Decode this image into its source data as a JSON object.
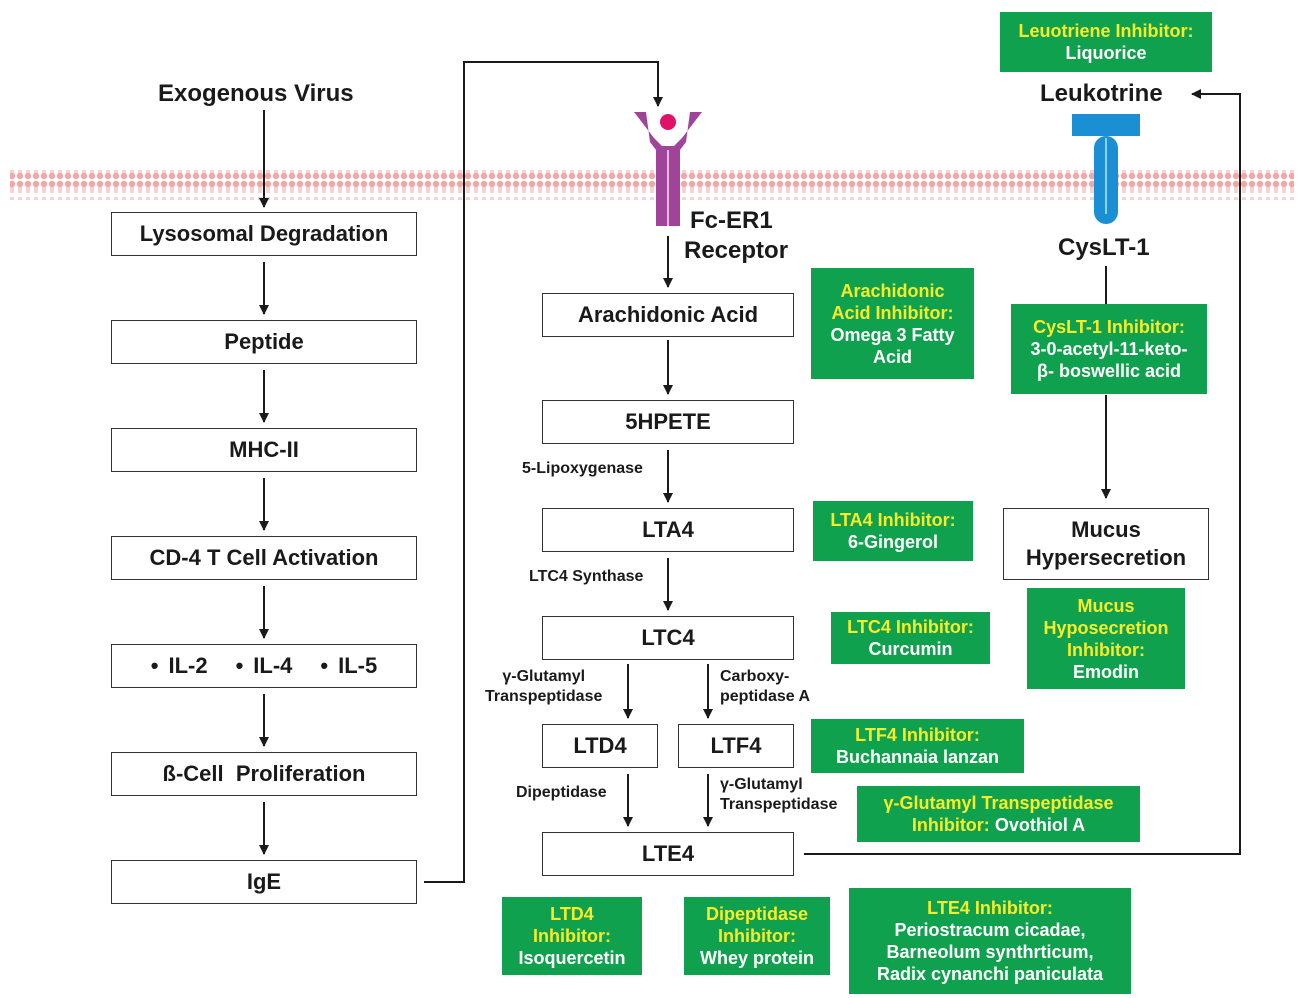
{
  "left_pathway": {
    "source": "Exogenous Virus",
    "steps": [
      "Lysosomal Degradation",
      "Peptide",
      "MHC-II",
      "CD-4 T Cell Activation"
    ],
    "interleukins": [
      "IL-2",
      "IL-4",
      "IL-5"
    ],
    "b_cell": "ß-Cell  Proliferation",
    "ige": "IgE"
  },
  "receptor": {
    "name_line1": "Fc-ER1",
    "name_line2": "Receptor"
  },
  "center_pathway": {
    "arachidonic": "Arachidonic Acid",
    "hpete": "5HPETE",
    "lta4": "LTA4",
    "ltc4": "LTC4",
    "ltd4": "LTD4",
    "ltf4": "LTF4",
    "lte4": "LTE4"
  },
  "enzymes": {
    "lipoxygenase": "5-Lipoxygenase",
    "ltc4_synthase": "LTC4 Synthase",
    "gamma_glutamyl_1_line1": "γ-Glutamyl",
    "gamma_glutamyl_1_line2": "Transpeptidase",
    "carboxy_line1": "Carboxy-",
    "carboxy_line2": "peptidase A",
    "dipeptidase": "Dipeptidase",
    "gamma_glutamyl_2_line1": "γ-Glutamyl",
    "gamma_glutamyl_2_line2": "Transpeptidase"
  },
  "right_pathway": {
    "leukotrine": "Leukotrine",
    "cyslt1": "CysLT-1",
    "mucus_line1": "Mucus",
    "mucus_line2": "Hypersecretion"
  },
  "inhibitors": {
    "leukotriene": {
      "label": "Leuotriene Inhibitor:",
      "agent": "Liquorice"
    },
    "arachidonic": {
      "label_line1": "Arachidonic",
      "label_line2": "Acid Inhibitor:",
      "agent_line1": "Omega 3 Fatty",
      "agent_line2": "Acid"
    },
    "cyslt1": {
      "label": "CysLT-1 Inhibitor:",
      "agent_line1": "3-0-acetyl-11-keto-",
      "agent_line2": "β- boswellic acid"
    },
    "lta4": {
      "label": "LTA4 Inhibitor:",
      "agent": "6-Gingerol"
    },
    "ltc4": {
      "label": "LTC4 Inhibitor:",
      "agent": "Curcumin"
    },
    "mucus": {
      "label_line1": "Mucus",
      "label_line2": "Hyposecretion",
      "label_line3": "Inhibitor:",
      "agent": "Emodin"
    },
    "ltf4": {
      "label": "LTF4 Inhibitor:",
      "agent": "Buchannaia lanzan"
    },
    "gamma_glutamyl": {
      "label_line1": "γ-Glutamyl Transpeptidase",
      "label_line2": "Inhibitor:",
      "agent": "Ovothiol A"
    },
    "ltd4": {
      "label_line1": "LTD4",
      "label_line2": "Inhibitor:",
      "agent": "Isoquercetin"
    },
    "dipeptidase": {
      "label_line1": "Dipeptidase",
      "label_line2": "Inhibitor:",
      "agent": "Whey protein"
    },
    "lte4": {
      "label": "LTE4 Inhibitor:",
      "agent_line1": "Periostracum cicadae,",
      "agent_line2": "Barneolum synthrticum,",
      "agent_line3": "Radix cynanchi paniculata"
    }
  },
  "colors": {
    "inhibitor_bg": "#10a14e",
    "inhibitor_label": "#f6ec2a",
    "inhibitor_agent": "#ffffff",
    "membrane": "#f2a7a7",
    "receptor": "#a0449a",
    "receptor_ligand": "#e0136b",
    "cyslt1_receptor": "#1b8fd3"
  }
}
